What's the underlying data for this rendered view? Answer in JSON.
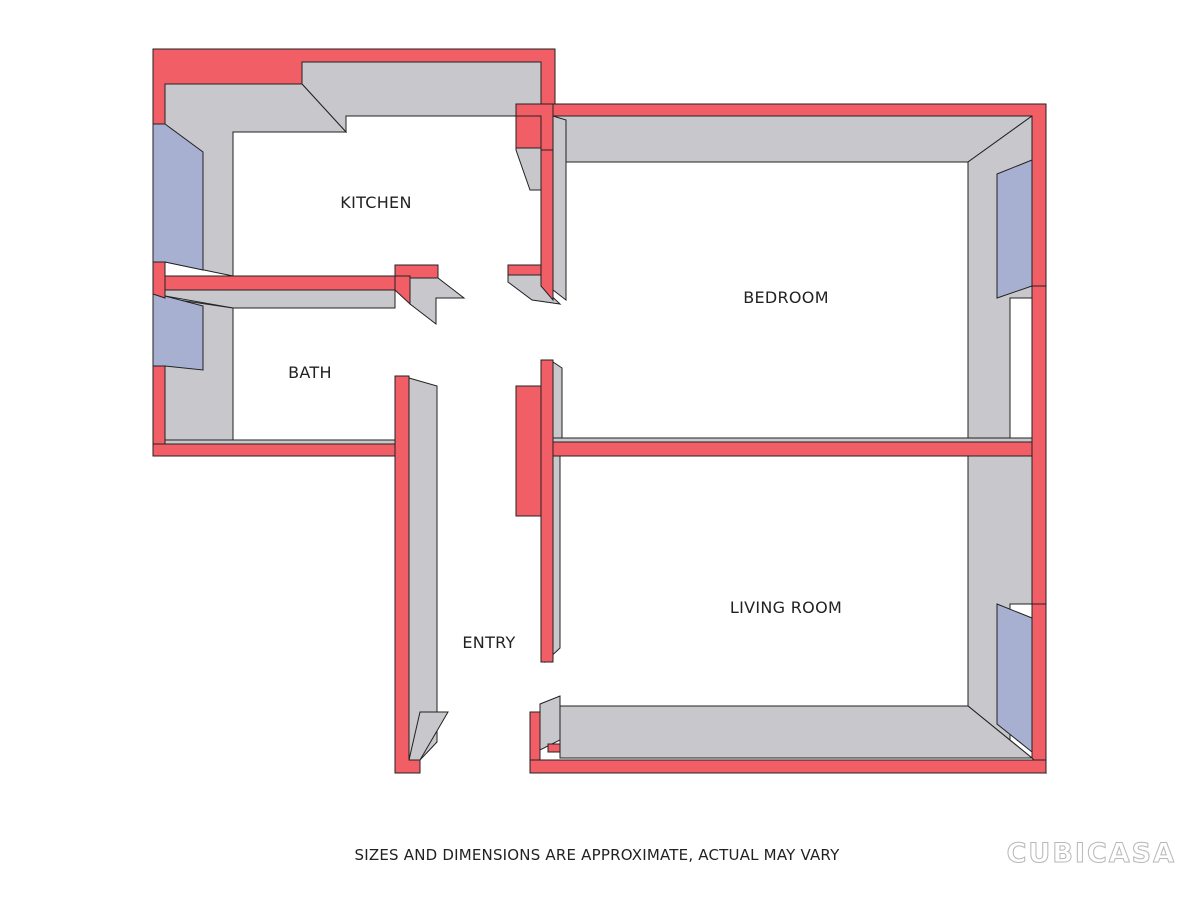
{
  "colors": {
    "wall_cut": "#f25e66",
    "wall_face": "#c8c7cc",
    "wall_edge": "#222222",
    "window_glass": "#a7b0d0",
    "floor": "#ffffff"
  },
  "rooms": {
    "kitchen": "KITCHEN",
    "bath": "BATH",
    "bedroom": "BEDROOM",
    "living_room": "LIVING ROOM",
    "entry": "ENTRY"
  },
  "footer": {
    "disclaimer": "SIZES AND DIMENSIONS ARE APPROXIMATE, ACTUAL MAY VARY",
    "brand": "CUBICASA"
  }
}
